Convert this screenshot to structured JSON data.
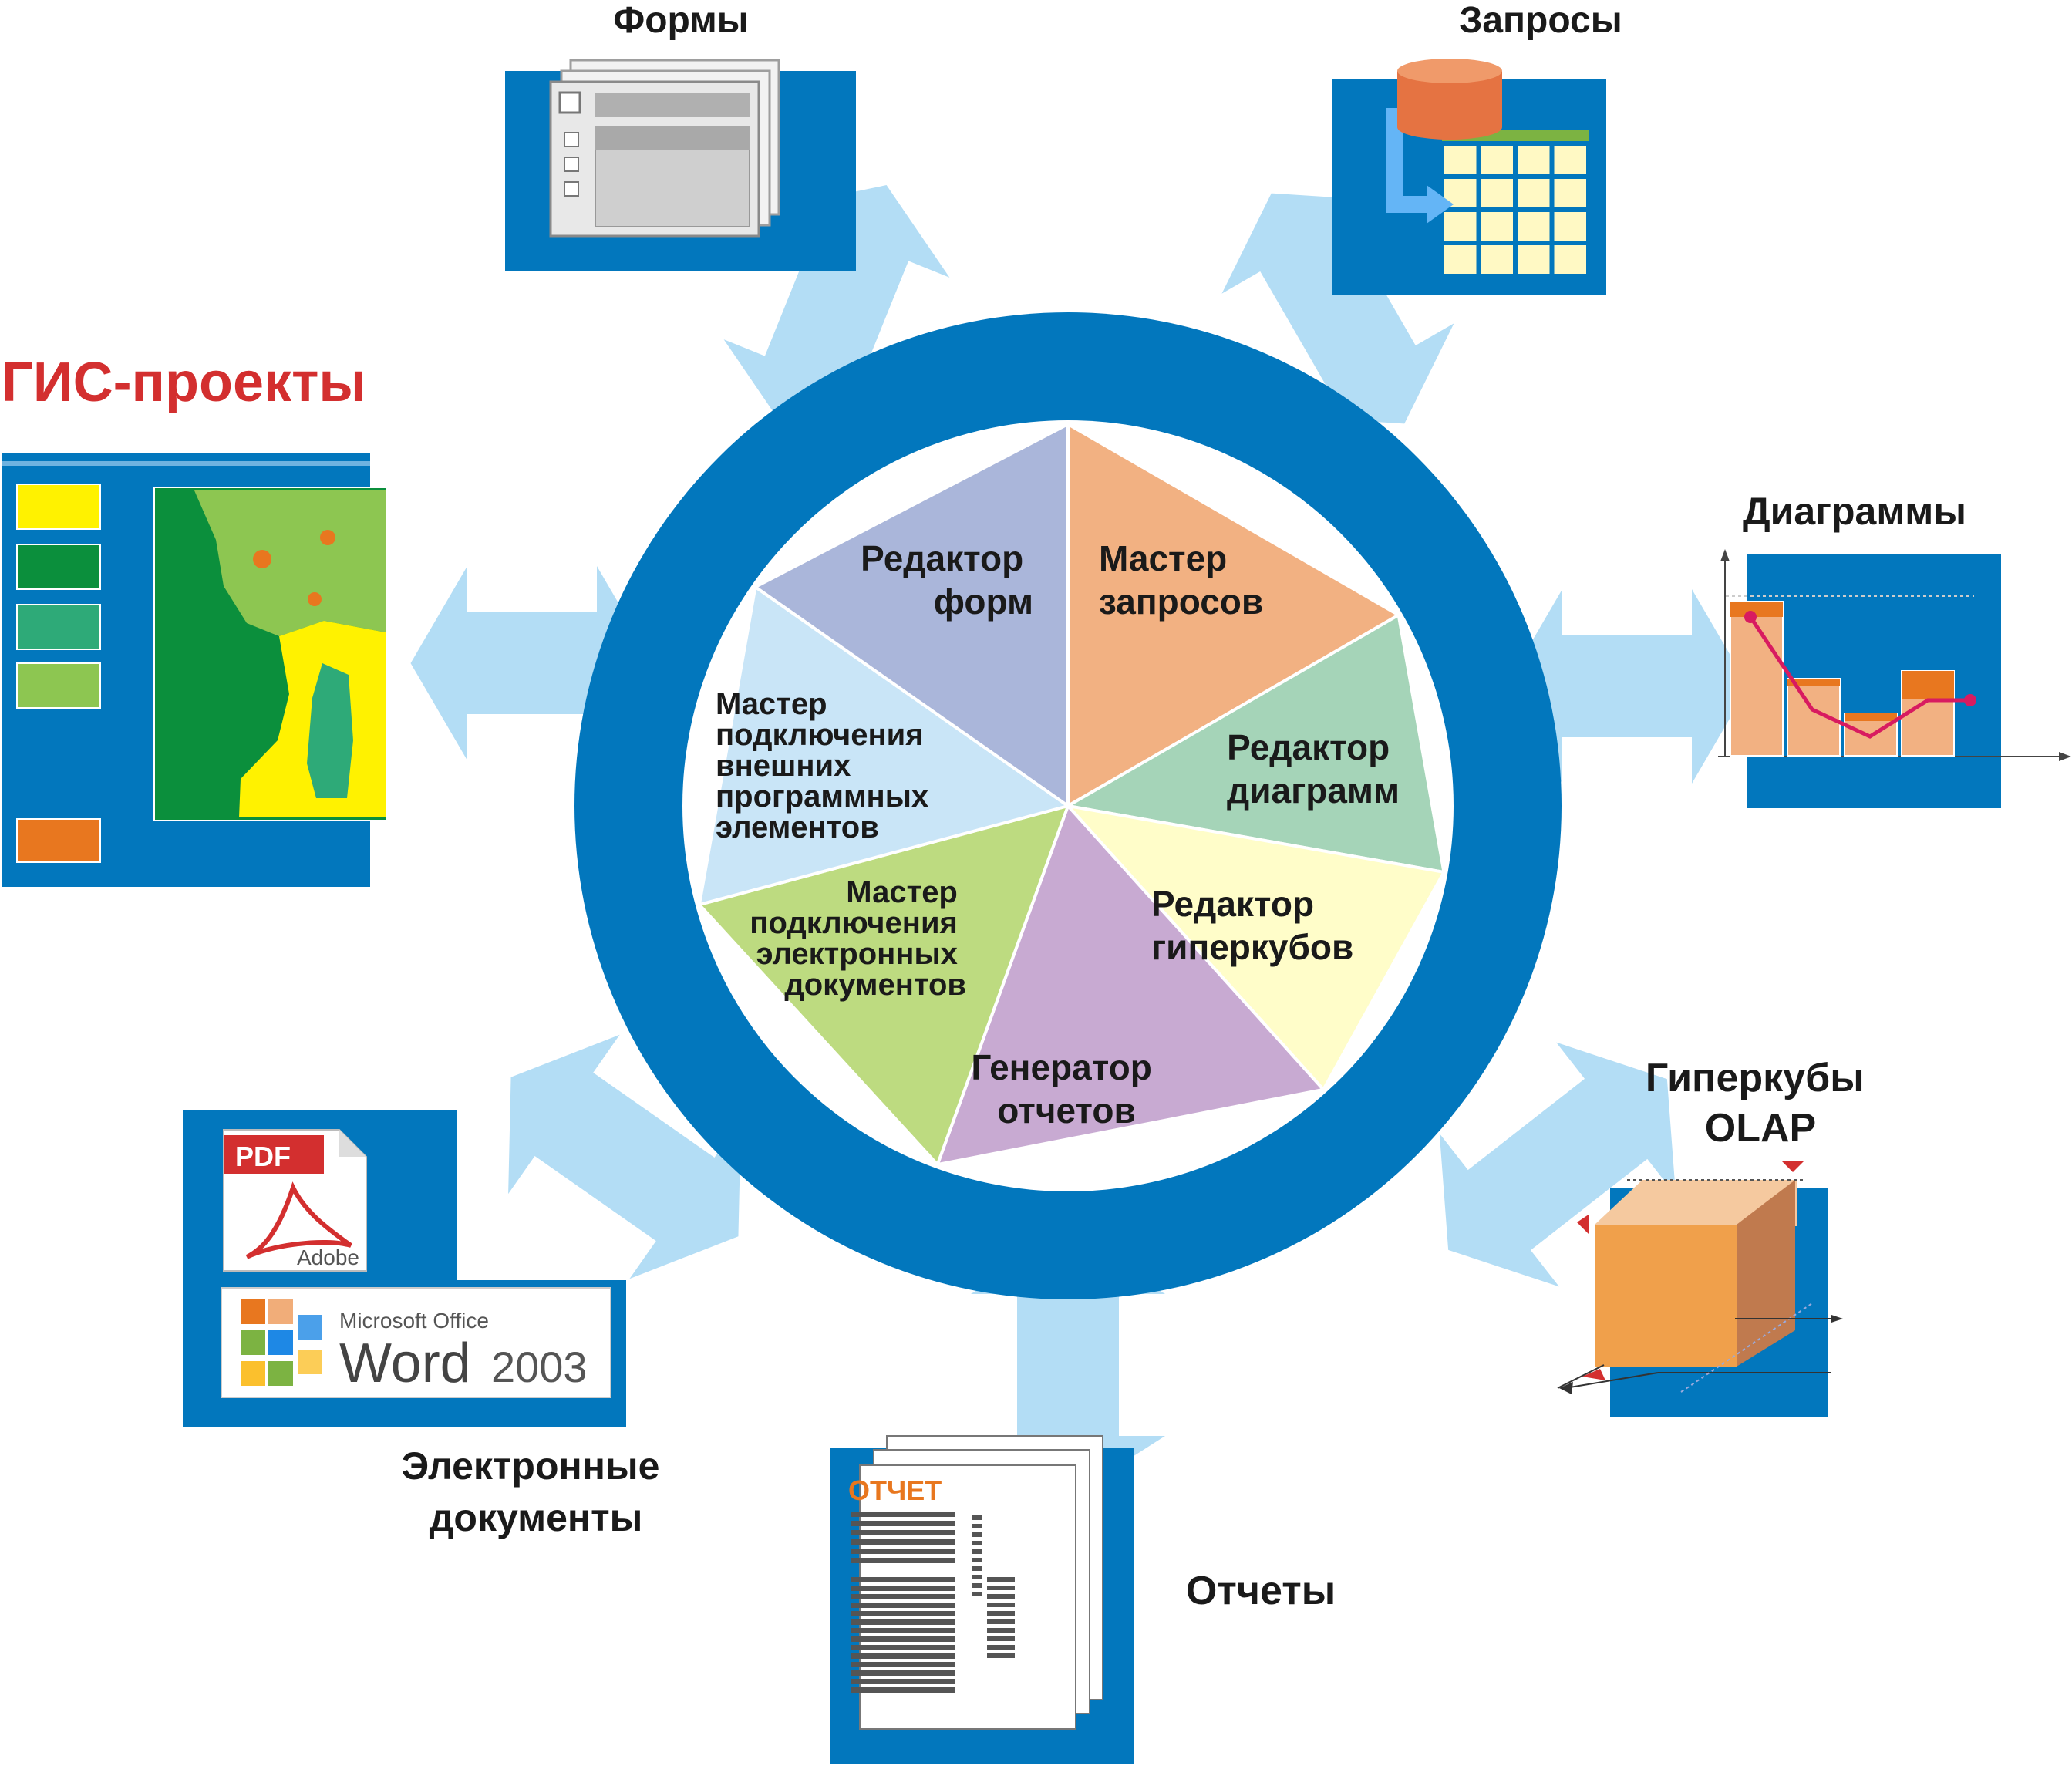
{
  "colors": {
    "ring": "#0277BD",
    "arrow": "#B3DDF5",
    "panel": "#0277BD",
    "accent_red": "#D32F2F",
    "text": "#1a1a1a"
  },
  "center_segments": [
    {
      "id": "form-editor",
      "lines": [
        "Редактор",
        "форм"
      ],
      "color": "#F2B182"
    },
    {
      "id": "query-wizard",
      "lines": [
        "Мастер",
        "запросов"
      ],
      "color": "#A5D4B8"
    },
    {
      "id": "chart-editor",
      "lines": [
        "Редактор",
        "диаграмм"
      ],
      "color": "#FFFDC9"
    },
    {
      "id": "hypercube-editor",
      "lines": [
        "Редактор",
        "гиперкубов"
      ],
      "color": "#C8AAD2"
    },
    {
      "id": "report-generator",
      "lines": [
        "Генератор",
        "отчетов"
      ],
      "color": "#BDDB80"
    },
    {
      "id": "edoc-wizard",
      "lines": [
        "Мастер",
        "подключения",
        "электронных",
        "документов"
      ],
      "color": "#C9E5F7"
    },
    {
      "id": "ext-wizard",
      "lines": [
        "Мастер",
        "подключения",
        "внешних",
        "программных",
        "элементов"
      ],
      "color": "#AAB6DA"
    }
  ],
  "outer": {
    "forms": "Формы",
    "queries": "Запросы",
    "gis": "ГИС-проекты",
    "charts": "Диаграммы",
    "olap_line1": "Гиперкубы",
    "olap_line2": "OLAP",
    "edocs_line1": "Электронные",
    "edocs_line2": "документы",
    "reports": "Отчеты"
  },
  "icons": {
    "report_title": "ОТЧЕТ",
    "pdf_label": "PDF",
    "adobe_label": "Adobe",
    "ms_office": "Microsoft Office",
    "word": "Word",
    "word_year": "2003"
  }
}
